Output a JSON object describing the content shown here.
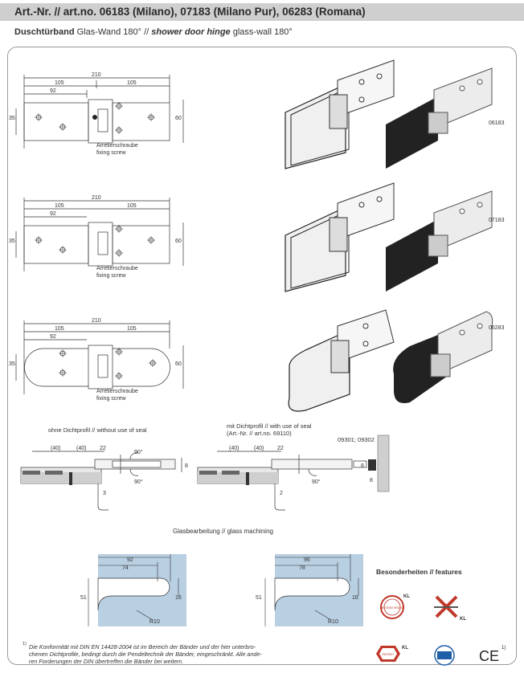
{
  "header": {
    "title": "Art.-Nr. // art.no. 06183 (Milano), 07183 (Milano Pur), 06283 (Romana)",
    "subtitle_de_bold": "Duschtürband",
    "subtitle_de": " Glas-Wand 180° // ",
    "subtitle_en_bold": "shower door hinge",
    "subtitle_en": " glass-wall 180°"
  },
  "drawings": [
    {
      "dims": {
        "total": "210",
        "left": "105",
        "right": "105",
        "offset": "92",
        "height": "35",
        "width": "60"
      },
      "screw_de": "Arretierschraube",
      "screw_en": "fixing screw",
      "article": "06183"
    },
    {
      "dims": {
        "total": "210",
        "left": "105",
        "right": "105",
        "offset": "92",
        "height": "35",
        "width": "60"
      },
      "screw_de": "Arretierschraube",
      "screw_en": "fixing screw",
      "article": "07183"
    },
    {
      "dims": {
        "total": "210",
        "left": "105",
        "right": "105",
        "offset": "92",
        "height": "35",
        "width": "60"
      },
      "screw_de": "Arretierschraube",
      "screw_en": "fixing screw",
      "article": "06283"
    }
  ],
  "sections": {
    "left": {
      "label": "ohne Dichtprofil // without use of seal",
      "dims": {
        "a": "(40)",
        "b": "(40)",
        "c": "22",
        "d": "8",
        "e": "3",
        "angle1": "90°",
        "angle2": "90°"
      }
    },
    "right": {
      "label1": "mit Dichtprofil // with use of seal",
      "label2": "(Art.-Nr. // art.no. 69110)",
      "label3": "09301; 09302",
      "dims": {
        "a": "(40)",
        "b": "(40)",
        "c": "22",
        "d": "8",
        "e": "2",
        "f": "8",
        "angle": "90°"
      }
    }
  },
  "machining": {
    "title": "Glasbearbeitung // glass machining",
    "left": {
      "w1": "92",
      "w2": "74",
      "h": "51",
      "r": "16",
      "radius": "R10"
    },
    "right": {
      "w1": "96",
      "w2": "78",
      "h": "51",
      "r": "16",
      "radius": "R10"
    }
  },
  "features": {
    "title": "Besonderheiten // features",
    "badge1_text": "MESSING BRASS",
    "badge1_mark": "KL",
    "badge2_mark": "KL",
    "patent_text": "PATENT",
    "patent_mark": "KL",
    "ce": "CE",
    "ce_note": "1)"
  },
  "footnote": {
    "marker": "1)",
    "line1": "Die Konformität mit DIN EN 14428-2004 ist im Bereich der Bänder und der hier unterbro-",
    "line2": "chenen Dichtprofile, bedingt durch die Pendeltechnik der Bänder, eingeschränkt. Alle ande-",
    "line3": "ren Forderungen der DIN übertreffen die Bänder bei weitem."
  },
  "colors": {
    "header_bg": "#cfcfcf",
    "glass": "#b9cfe2",
    "frame": "#9a9a9a",
    "badge_red": "#c0392b"
  }
}
